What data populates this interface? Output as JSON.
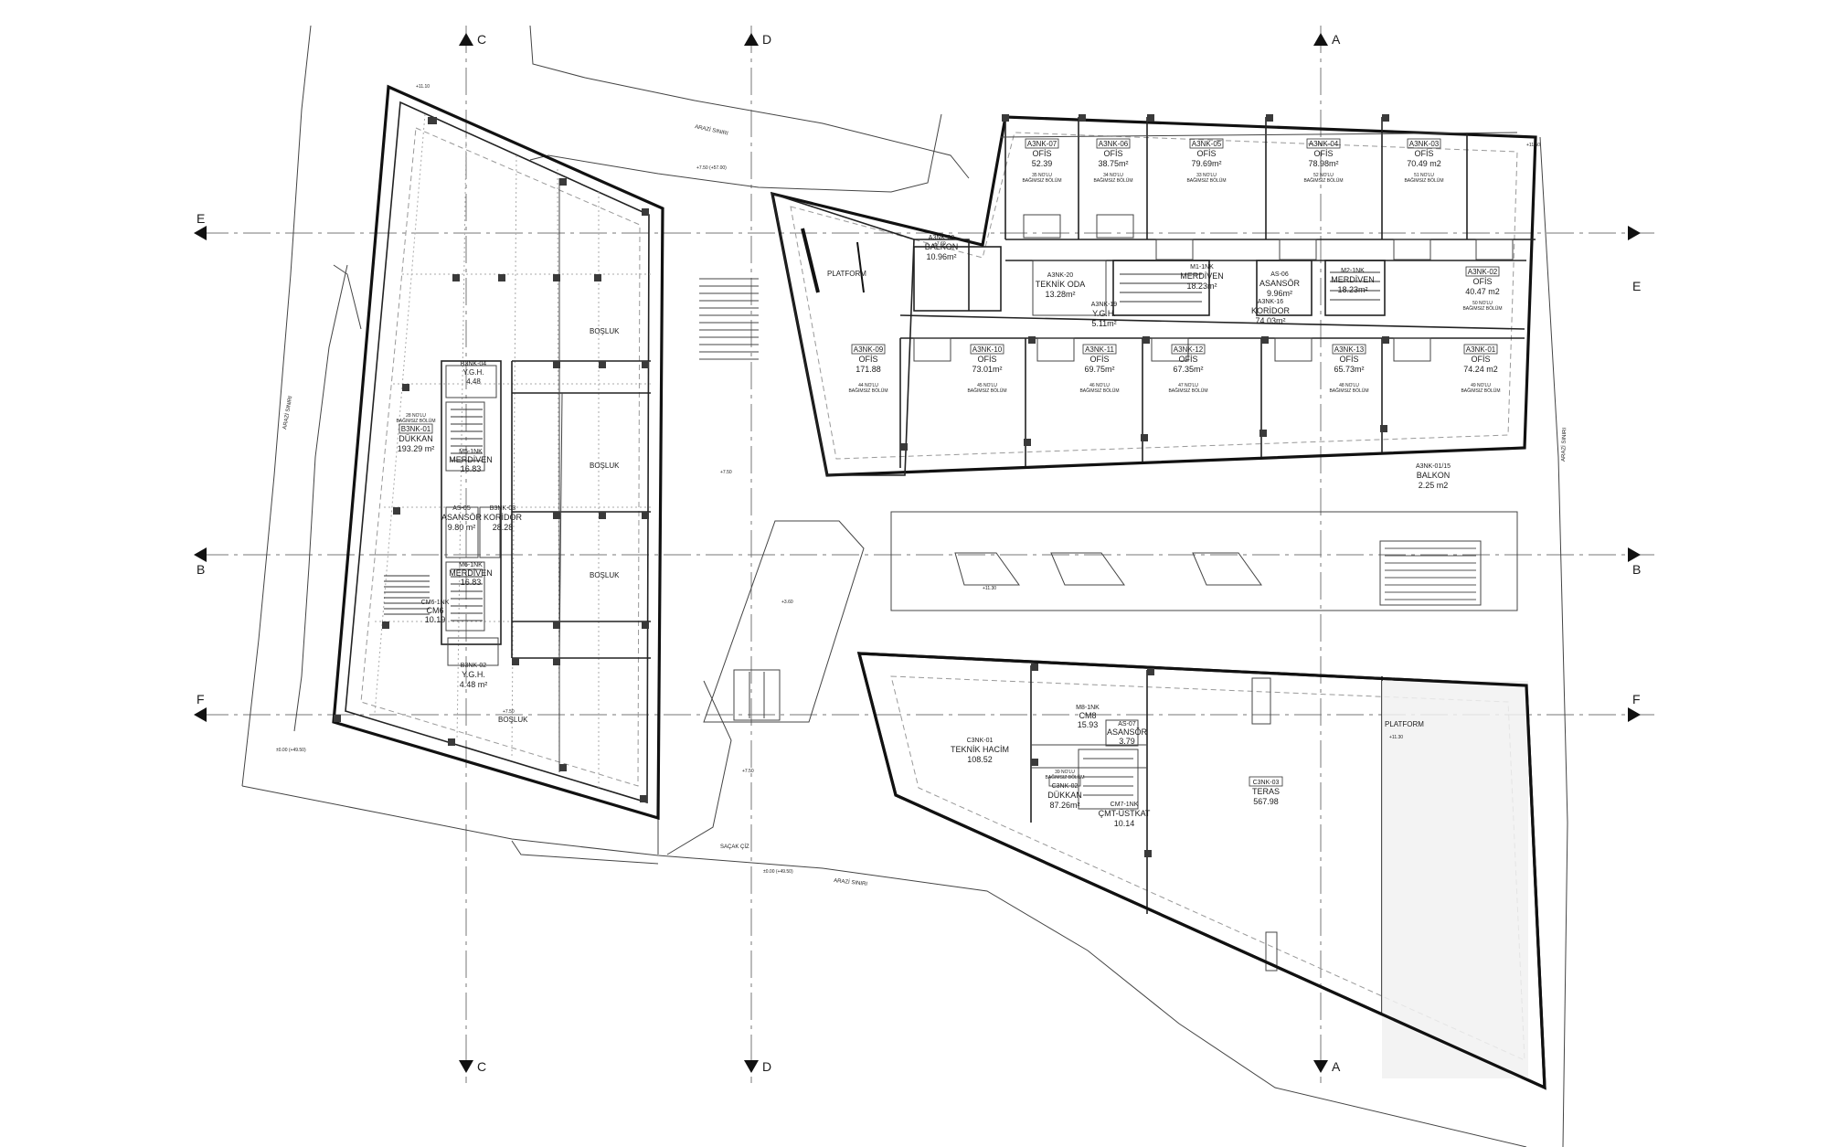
{
  "axes": {
    "vertical": [
      "C",
      "D",
      "A"
    ],
    "horizontal": [
      "E",
      "B",
      "F"
    ]
  },
  "labels": {
    "arazi_top": "ARAZİ SINIRI",
    "arazi_right": "ARAZİ SINIRI",
    "arazi_left": "ARAZİ SINIRI",
    "arazi_bottom": "ARAZİ SINIRI",
    "sacak": "SAÇAK ÇİZ",
    "platform_left": "PLATFORM",
    "platform_right": "PLATFORM",
    "bosluk": "BOŞLUK"
  },
  "levels": {
    "lv_top": "+7.50 (+57.00)",
    "lv_left_mid": "±0.00 (+49.50)",
    "lv_bottom": "±0.00 (+49.50)",
    "lv_1": "+11.10",
    "lv_2": "+7.50",
    "lv_3": "+3.60",
    "lv_4": "+7.50",
    "lv_5": "+11.30",
    "lv_6": "+7.50",
    "lv_7": "+11.50",
    "lv_8": "+7.60",
    "lv_9": "+11.30"
  },
  "rooms": {
    "r1": {
      "code": "A3NK-07",
      "name": "OFİS",
      "area": "52.39",
      "unit": "35 NO'LU",
      "unit2": "BAĞIMSIZ BÖLÜM"
    },
    "r2": {
      "code": "A3NK-06",
      "name": "OFİS",
      "area": "38.75m²",
      "unit": "34 NO'LU",
      "unit2": "BAĞIMSIZ BÖLÜM"
    },
    "r3": {
      "code": "A3NK-05",
      "name": "OFİS",
      "area": "79.69m²",
      "unit": "33 NO'LU",
      "unit2": "BAĞIMSIZ BÖLÜM"
    },
    "r4": {
      "code": "A3NK-04",
      "name": "OFİS",
      "area": "78.98m²",
      "unit": "52 NO'LU",
      "unit2": "BAĞIMSIZ BÖLÜM"
    },
    "r5": {
      "code": "A3NK-03",
      "name": "OFİS",
      "area": "70.49 m2",
      "unit": "51 NO'LU",
      "unit2": "BAĞIMSIZ BÖLÜM"
    },
    "r6": {
      "code": "A3NK-02",
      "name": "OFİS",
      "area": "40.47 m2",
      "unit": "50 NO'LU",
      "unit2": "BAĞIMSIZ BÖLÜM"
    },
    "r7": {
      "code": "A3NK-01",
      "name": "OFİS",
      "area": "74.24 m2",
      "unit": "49 NO'LU",
      "unit2": "BAĞIMSIZ BÖLÜM"
    },
    "r8": {
      "code": "A3NK-13",
      "name": "OFİS",
      "area": "65.73m²",
      "unit": "48 NO'LU",
      "unit2": "BAĞIMSIZ BÖLÜM"
    },
    "r9": {
      "code": "A3NK-12",
      "name": "OFİS",
      "area": "67.35m²",
      "unit": "47 NO'LU",
      "unit2": "BAĞIMSIZ BÖLÜM"
    },
    "r10": {
      "code": "A3NK-11",
      "name": "OFİS",
      "area": "69.75m²",
      "unit": "46 NO'LU",
      "unit2": "BAĞIMSIZ BÖLÜM"
    },
    "r11": {
      "code": "A3NK-10",
      "name": "OFİS",
      "area": "73.01m²",
      "unit": "45 NO'LU",
      "unit2": "BAĞIMSIZ BÖLÜM"
    },
    "r12": {
      "code": "A3NK-09",
      "name": "OFİS",
      "area": "171.88",
      "unit": "44 NO'LU",
      "unit2": "BAĞIMSIZ BÖLÜM"
    },
    "r13": {
      "code": "A3NK-08",
      "name": "BALKON",
      "area": "10.96m²"
    },
    "r14": {
      "code": "A3NK-20",
      "name": "TEKNİK ODA",
      "area": "13.28m²"
    },
    "r15": {
      "code": "A3NK-19",
      "name": "Y.G.H.",
      "area": "5.11m²"
    },
    "r16": {
      "code": "M1-1NK",
      "name": "MERDİVEN",
      "area": "18.23m²"
    },
    "r17": {
      "code": "A3NK-16",
      "name": "KORİDOR",
      "area": "74.03m²"
    },
    "r18": {
      "code": "AS-06",
      "name": "ASANSÖR",
      "area": "9.96m²"
    },
    "r19": {
      "code": "M2-1NK",
      "name": "MERDİVEN",
      "area": "18.23m²"
    },
    "r20": {
      "code": "A3NK-01/15",
      "name": "BALKON",
      "area": "2.25 m2"
    },
    "r21": {
      "code": "B3NK-01",
      "name": "DÜKKAN",
      "area": "193.29 m²",
      "unit": "28 NO'LU",
      "unit2": "BAĞIMSIZ BÖLÜM"
    },
    "r22": {
      "code": "B3NK-04",
      "name": "Y.G.H.",
      "area": "4.48"
    },
    "r23": {
      "code": "M5-1NK",
      "name": "MERDİVEN",
      "area": "16.83"
    },
    "r24": {
      "code": "AS-05",
      "name": "ASANSÖR",
      "area": "9.80 m²"
    },
    "r25": {
      "code": "B3NK-03",
      "name": "KORİDOR",
      "area": "28.28"
    },
    "r26": {
      "code": "M6-1NK",
      "name": "MERDİVEN",
      "area": "16.83"
    },
    "r27": {
      "code": "CM6-1NK",
      "name": "CM6",
      "area": "10.19"
    },
    "r28": {
      "code": "B3NK-02",
      "name": "Y.G.H.",
      "area": "4.48 m²"
    },
    "r29": {
      "code": "C3NK-01",
      "name": "TEKNİK HACİM",
      "area": "108.52"
    },
    "r30": {
      "code": "M8-1NK",
      "name": "CM8",
      "area": "15.93"
    },
    "r31": {
      "code": "AS-07",
      "name": "ASANSÖR",
      "area": "3.79"
    },
    "r32": {
      "code": "C3NK-02",
      "name": "DÜKKAN",
      "area": "87.26m²",
      "unit": "39 NO'LU",
      "unit2": "BAĞIMSIZ BÖLÜM"
    },
    "r33": {
      "code": "CM7-1NK",
      "name": "ÇMT-ÜSTKAT",
      "area": "10.14"
    },
    "r34": {
      "code": "C3NK-03",
      "name": "TERAS",
      "area": "567.98"
    }
  }
}
